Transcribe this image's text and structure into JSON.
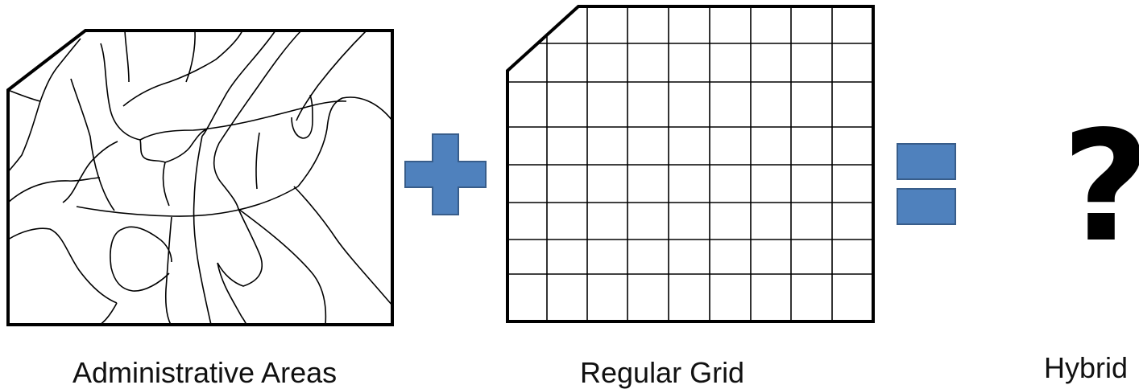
{
  "labels": {
    "administrative_areas": "Administrative Areas",
    "regular_grid": "Regular Grid",
    "hybrid": "Hybrid"
  },
  "symbols": {
    "question_mark": "?"
  },
  "colors": {
    "operator_fill": "#4F81BD",
    "operator_stroke": "#385D8A",
    "outline": "#000000",
    "background": "#FFFFFF"
  },
  "icons": [
    "plus-icon",
    "equals-icon",
    "question-mark-icon"
  ]
}
